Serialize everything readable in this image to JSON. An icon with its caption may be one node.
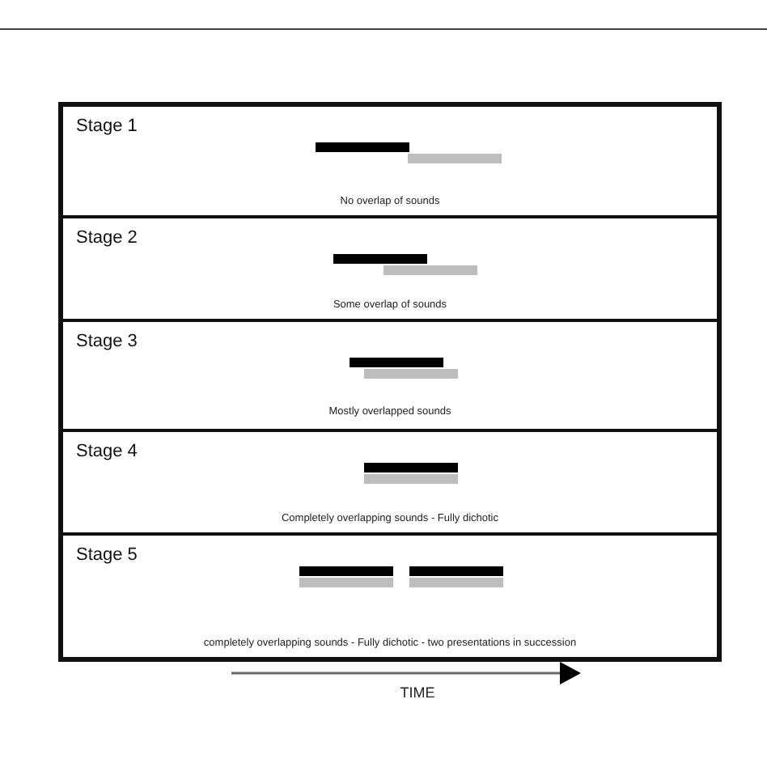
{
  "diagram": {
    "nodes": [
      {
        "text": [],
        "shape": "box"
      },
      {
        "text": [
          "Stage 1",
          "No overlap of sounds"
        ],
        "in": 0
      },
      {
        "text": [
          "Stage 2",
          "Some overlap of sounds"
        ],
        "in": 0
      },
      {
        "text": [
          "Stage 3",
          "Mostly overlapped sounds"
        ],
        "in": 0
      },
      {
        "text": [
          "Stage 4",
          "Completely overlapping sounds - Fully dichotic"
        ],
        "in": 0
      },
      {
        "text": [
          "Stage 5",
          "completely overlapping sounds - Fully dichotic - two presentations in succession"
        ],
        "in": 0
      }
    ],
    "edges": [],
    "labels": [
      "TIME"
    ]
  }
}
